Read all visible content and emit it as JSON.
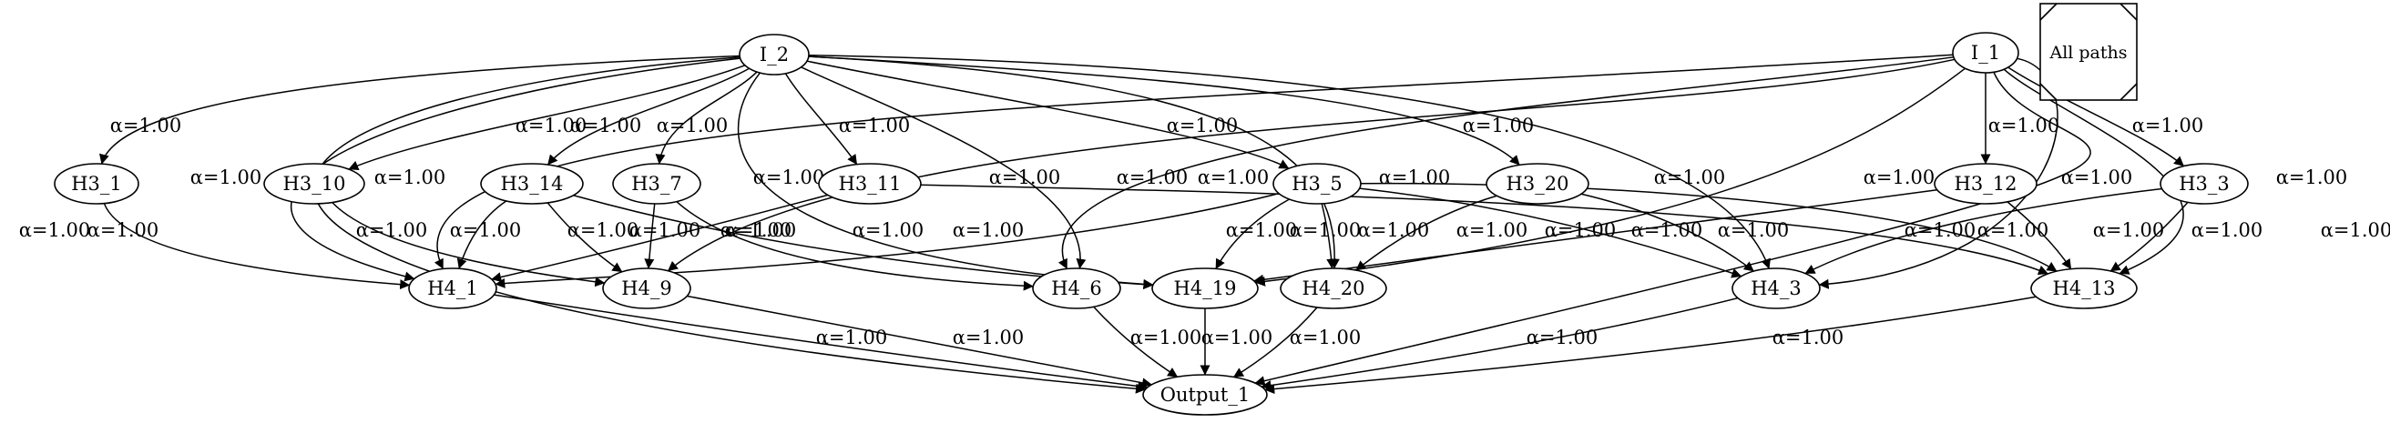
{
  "graph": {
    "nodes": [
      {
        "id": "I_2",
        "label": "I_2"
      },
      {
        "id": "I_1",
        "label": "I_1"
      },
      {
        "id": "H3_1",
        "label": "H3_1"
      },
      {
        "id": "H3_10",
        "label": "H3_10"
      },
      {
        "id": "H3_14",
        "label": "H3_14"
      },
      {
        "id": "H3_7",
        "label": "H3_7"
      },
      {
        "id": "H3_11",
        "label": "H3_11"
      },
      {
        "id": "H3_5",
        "label": "H3_5"
      },
      {
        "id": "H3_20",
        "label": "H3_20"
      },
      {
        "id": "H3_12",
        "label": "H3_12"
      },
      {
        "id": "H3_3",
        "label": "H3_3"
      },
      {
        "id": "H4_1",
        "label": "H4_1"
      },
      {
        "id": "H4_9",
        "label": "H4_9"
      },
      {
        "id": "H4_6",
        "label": "H4_6"
      },
      {
        "id": "H4_19",
        "label": "H4_19"
      },
      {
        "id": "H4_20",
        "label": "H4_20"
      },
      {
        "id": "H4_3",
        "label": "H4_3"
      },
      {
        "id": "H4_13",
        "label": "H4_13"
      },
      {
        "id": "Output_1",
        "label": "Output_1"
      }
    ],
    "edges": [
      {
        "from": "I_2",
        "to": "H3_1",
        "label": "α=1.00"
      },
      {
        "from": "I_2",
        "to": "H3_10",
        "label": "α=1.00"
      },
      {
        "from": "I_2",
        "to": "H3_14",
        "label": "α=1.00"
      },
      {
        "from": "I_2",
        "to": "H3_7",
        "label": "α=1.00"
      },
      {
        "from": "I_2",
        "to": "H3_11",
        "label": "α=1.00"
      },
      {
        "from": "I_2",
        "to": "H3_5",
        "label": "α=1.00"
      },
      {
        "from": "I_2",
        "to": "H3_20",
        "label": "α=1.00"
      },
      {
        "from": "I_2",
        "to": "H4_1",
        "label": "α=1.00"
      },
      {
        "from": "I_2",
        "to": "H4_19",
        "label": "α=1.00"
      },
      {
        "from": "I_2",
        "to": "H4_6",
        "label": "α=1.00"
      },
      {
        "from": "I_2",
        "to": "H4_20",
        "label": "α=1.00"
      },
      {
        "from": "I_2",
        "to": "H4_3",
        "label": "α=1.00"
      },
      {
        "from": "I_2",
        "to": "Output_1",
        "label": "α=1.00"
      },
      {
        "from": "I_1",
        "to": "H3_12",
        "label": "α=1.00"
      },
      {
        "from": "I_1",
        "to": "H3_3",
        "label": "α=1.00"
      },
      {
        "from": "I_1",
        "to": "H4_1",
        "label": "α=1.00"
      },
      {
        "from": "I_1",
        "to": "H4_9",
        "label": "α=1.00"
      },
      {
        "from": "I_1",
        "to": "H4_6",
        "label": "α=1.00"
      },
      {
        "from": "I_1",
        "to": "H4_19",
        "label": "α=1.00"
      },
      {
        "from": "I_1",
        "to": "H4_3",
        "label": "α=1.00"
      },
      {
        "from": "I_1",
        "to": "H4_13",
        "label": "α=1.00"
      },
      {
        "from": "I_1",
        "to": "Output_1",
        "label": "α=1.00"
      },
      {
        "from": "H3_1",
        "to": "H4_1",
        "label": "α=1.00"
      },
      {
        "from": "H3_10",
        "to": "H4_9",
        "label": "α=1.00"
      },
      {
        "from": "H3_14",
        "to": "H4_1",
        "label": "α=1.00"
      },
      {
        "from": "H3_14",
        "to": "H4_9",
        "label": "α=1.00"
      },
      {
        "from": "H3_14",
        "to": "H4_19",
        "label": "α=1.00"
      },
      {
        "from": "H3_7",
        "to": "H4_9",
        "label": "α=1.00"
      },
      {
        "from": "H3_7",
        "to": "H4_6",
        "label": "α=1.00"
      },
      {
        "from": "H3_11",
        "to": "H4_1",
        "label": "α=1.00"
      },
      {
        "from": "H3_11",
        "to": "H4_13",
        "label": "α=1.00"
      },
      {
        "from": "H3_5",
        "to": "H4_1",
        "label": "α=1.00"
      },
      {
        "from": "H3_5",
        "to": "H4_19",
        "label": "α=1.00"
      },
      {
        "from": "H3_5",
        "to": "H4_20",
        "label": "α=1.00"
      },
      {
        "from": "H3_5",
        "to": "H4_3",
        "label": "α=1.00"
      },
      {
        "from": "H3_5",
        "to": "H4_13",
        "label": "α=1.00"
      },
      {
        "from": "H3_20",
        "to": "H4_20",
        "label": "α=1.00"
      },
      {
        "from": "H3_20",
        "to": "H4_3",
        "label": "α=1.00"
      },
      {
        "from": "H3_12",
        "to": "H4_19",
        "label": "α=1.00"
      },
      {
        "from": "H3_12",
        "to": "H4_13",
        "label": "α=1.00"
      },
      {
        "from": "H3_3",
        "to": "H4_3",
        "label": "α=1.00"
      },
      {
        "from": "H3_3",
        "to": "H4_13",
        "label": "α=1.00"
      },
      {
        "from": "H4_1",
        "to": "Output_1",
        "label": "α=1.00"
      },
      {
        "from": "H4_9",
        "to": "Output_1",
        "label": "α=1.00"
      },
      {
        "from": "H4_6",
        "to": "Output_1",
        "label": "α=1.00"
      },
      {
        "from": "H4_19",
        "to": "Output_1",
        "label": "α=1.00"
      },
      {
        "from": "H4_20",
        "to": "Output_1",
        "label": "α=1.00"
      },
      {
        "from": "H4_3",
        "to": "Output_1",
        "label": "α=1.00"
      },
      {
        "from": "H4_13",
        "to": "Output_1",
        "label": "α=1.00"
      }
    ]
  },
  "legend": {
    "label": "All paths"
  },
  "colors": {
    "stroke": "#000000",
    "background": "#ffffff"
  }
}
